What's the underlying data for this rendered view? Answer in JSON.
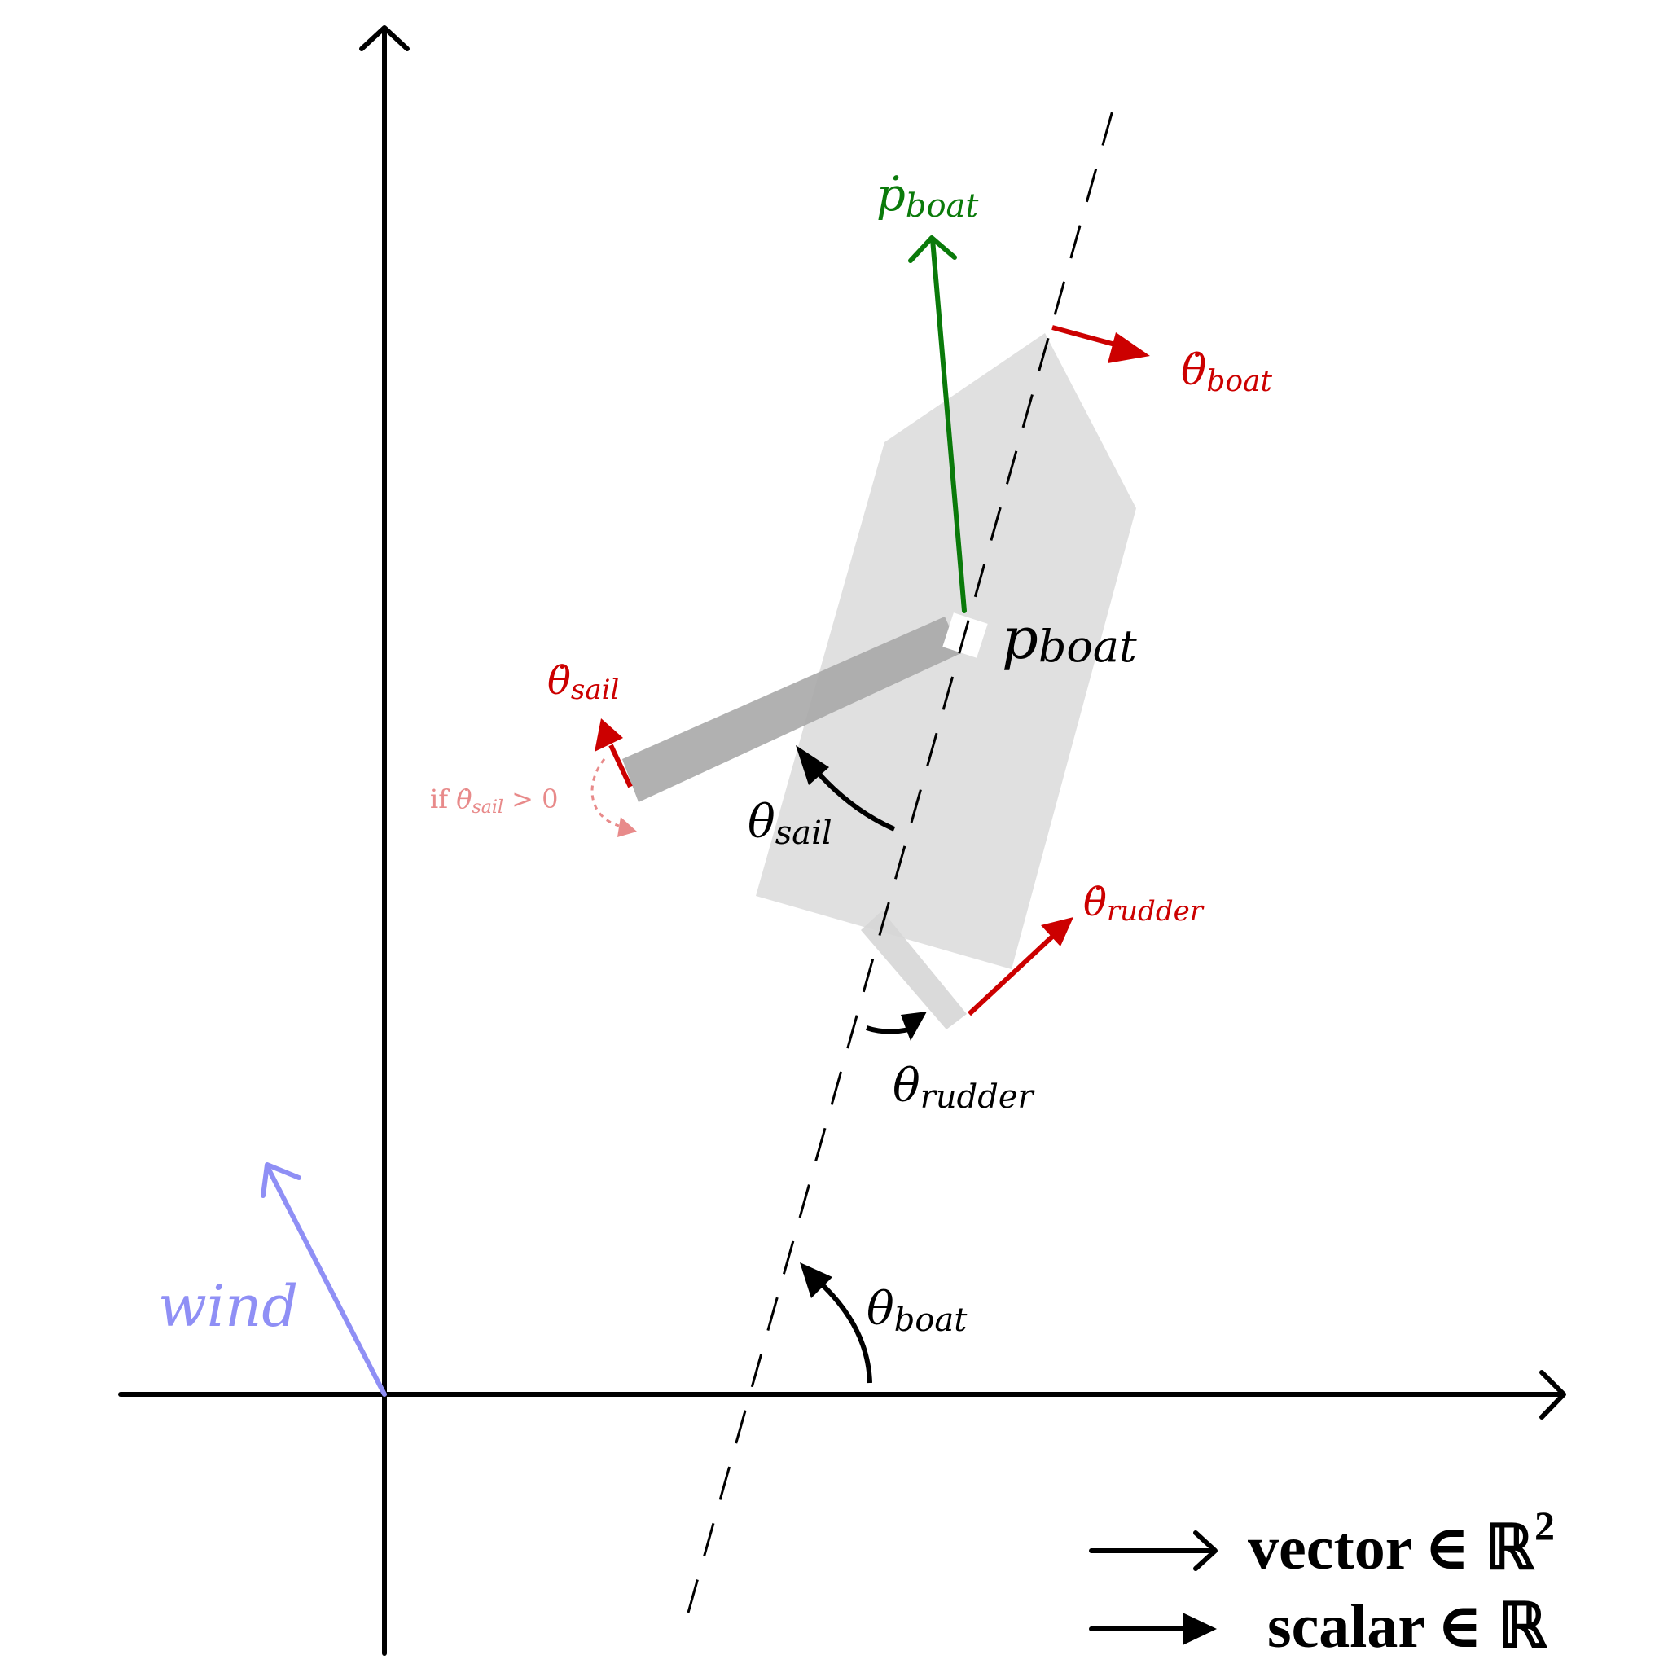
{
  "colors": {
    "axis": "#000000",
    "hull": "#e0e0e0",
    "sail": "#a6a6a6",
    "rudder": "#d9d9d9",
    "velocity": "#0a7a0a",
    "angular": "#cc0000",
    "conditional": "#e88a8a",
    "wind": "#8f8ff5"
  },
  "labels": {
    "wind": "wind",
    "p_boat_dot": {
      "base": "ṗ",
      "sub": "boat"
    },
    "theta_boat_dot": {
      "base": "θ̇",
      "sub": "boat"
    },
    "p_boat": {
      "base": "p",
      "sub": "boat"
    },
    "theta_sail_dot": {
      "base": "θ̇",
      "sub": "sail"
    },
    "cond": {
      "prefix": "if ",
      "base": "θ̇",
      "sub": "sail",
      "suffix": " > 0"
    },
    "theta_sail": {
      "base": "θ",
      "sub": "sail"
    },
    "theta_rudder_dot": {
      "base": "θ̇",
      "sub": "rudder"
    },
    "theta_rudder": {
      "base": "θ",
      "sub": "rudder"
    },
    "theta_boat": {
      "base": "θ",
      "sub": "boat"
    }
  },
  "legend": {
    "vector": {
      "word": "vector",
      "set": "∈ ℝ",
      "power": "2"
    },
    "scalar": {
      "word": "scalar",
      "set": "∈ ℝ"
    }
  }
}
